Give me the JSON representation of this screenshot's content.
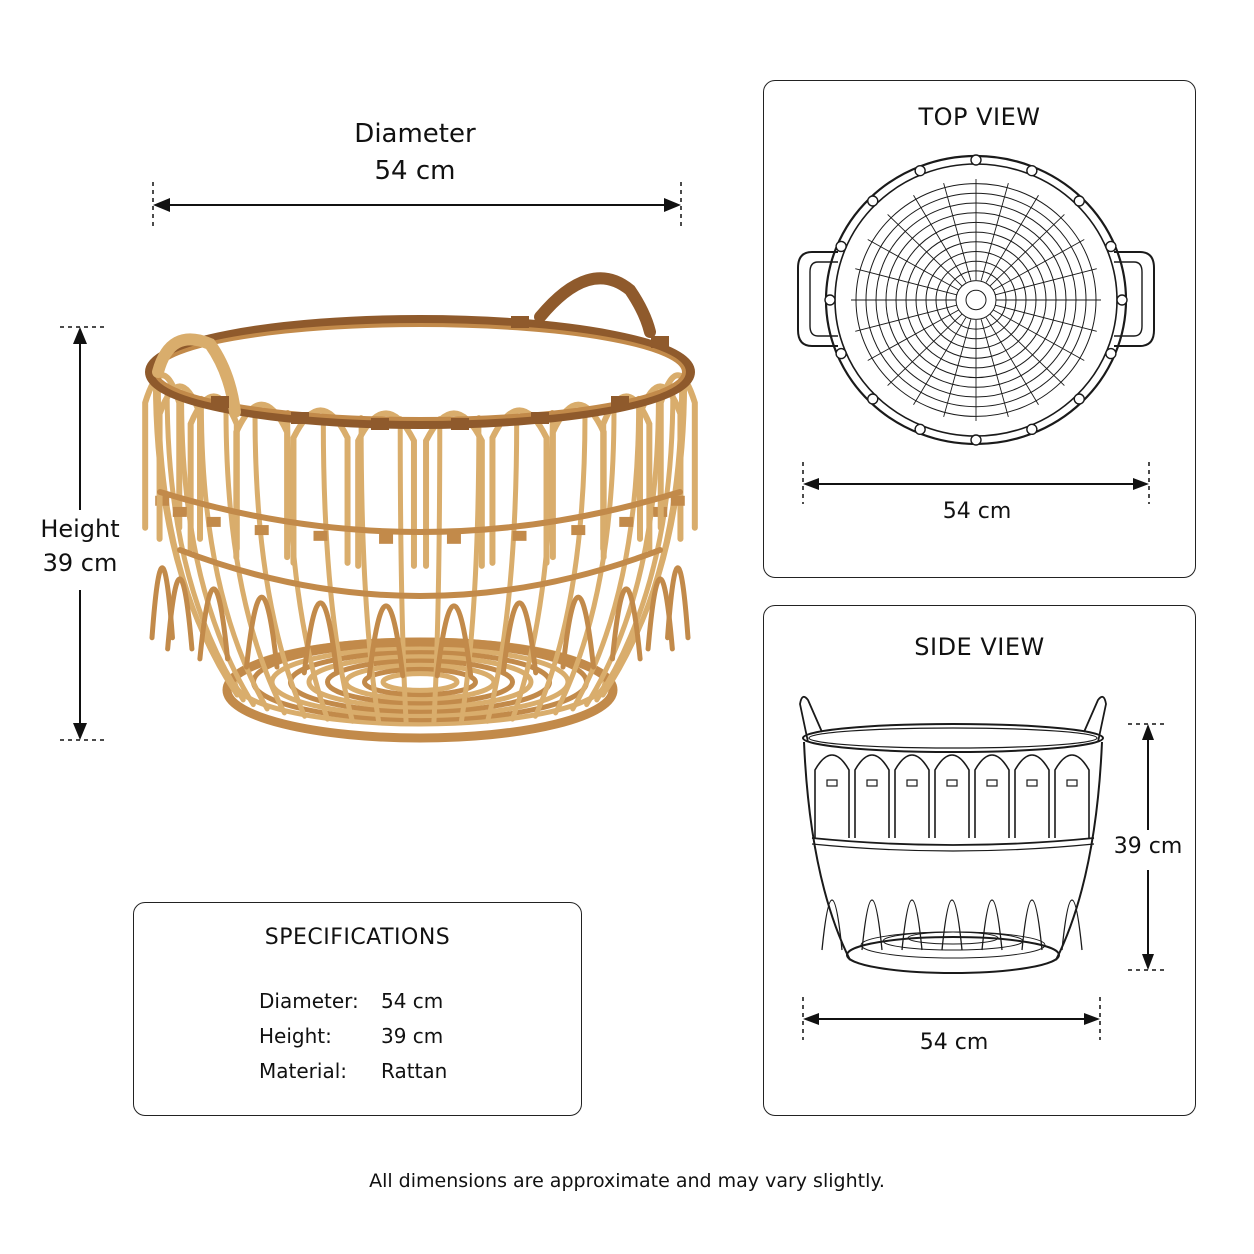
{
  "main": {
    "diameter_label": "Diameter",
    "diameter_value": "54 cm",
    "height_label": "Height",
    "height_value": "39 cm"
  },
  "top_view": {
    "title": "TOP VIEW",
    "width_value": "54 cm"
  },
  "side_view": {
    "title": "SIDE VIEW",
    "width_value": "54 cm",
    "height_value": "39 cm"
  },
  "specs": {
    "title": "SPECIFICATIONS",
    "rows": [
      {
        "key": "Diameter:",
        "value": "54 cm"
      },
      {
        "key": "Height:",
        "value": "39 cm"
      },
      {
        "key": "Material:",
        "value": "Rattan"
      }
    ]
  },
  "footnote": "All dimensions are approximate and may vary slightly.",
  "colors": {
    "rattan_light": "#d9ad6c",
    "rattan_mid": "#c28a4a",
    "rattan_dark": "#8f5a2c",
    "line": "#1a1a1a"
  },
  "icons": [
    "rattan-basket-photo",
    "top-view-drawing",
    "side-view-drawing",
    "dimension-arrow"
  ]
}
